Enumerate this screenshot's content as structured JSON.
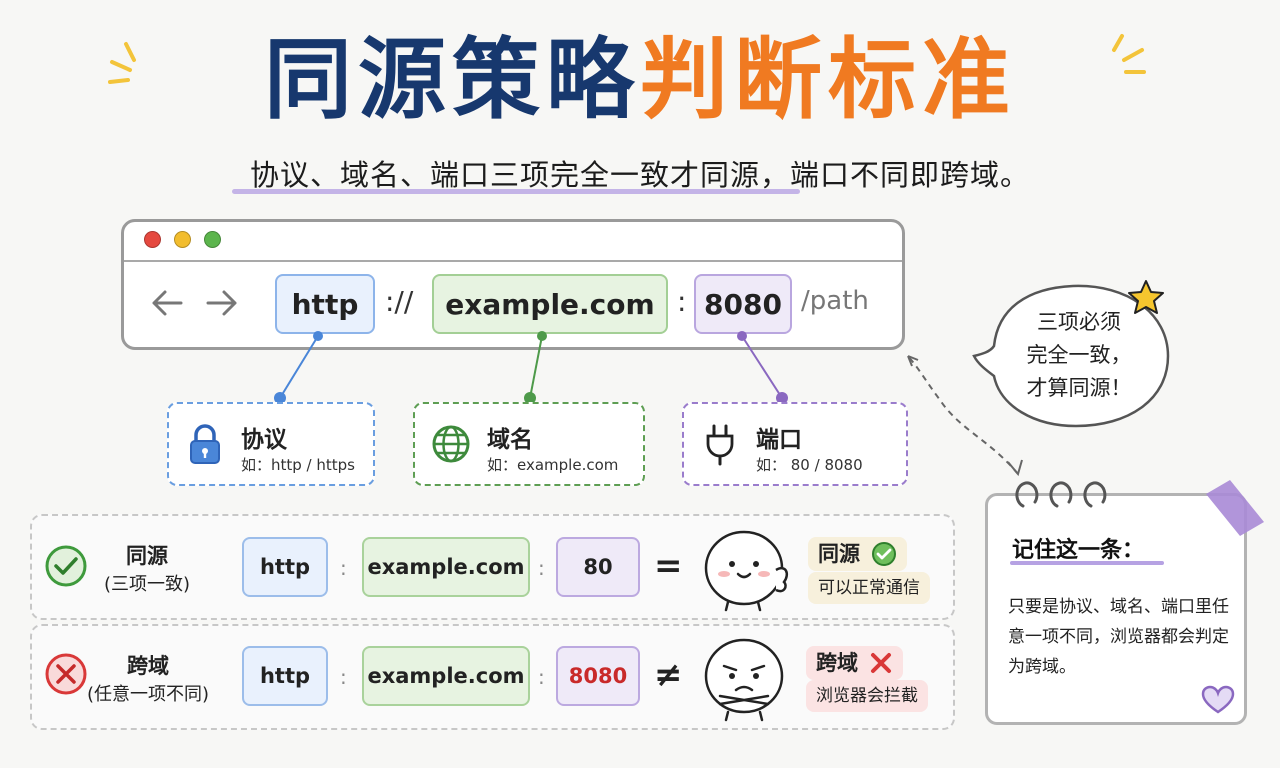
{
  "title": {
    "part1": "同源策略",
    "part2": "判断标准"
  },
  "subtitle": "协议、域名、端口三项完全一致才同源，端口不同即跨域。",
  "browser": {
    "protocol": "http",
    "sep1": "://",
    "domain": "example.com",
    "sep2": ":",
    "port": "8080",
    "path": "/path",
    "back_icon": "arrow-left",
    "forward_icon": "arrow-right"
  },
  "components": [
    {
      "name": "协议",
      "example": "如：http / https",
      "icon": "lock-icon",
      "color": "#4a86d8"
    },
    {
      "name": "域名",
      "example": "如：example.com",
      "icon": "globe-icon",
      "color": "#4e9a4a"
    },
    {
      "name": "端口",
      "example": "如： 80 / 8080",
      "icon": "plug-icon",
      "color": "#8a68c0"
    }
  ],
  "bubble": {
    "lines": [
      "三项必须",
      "完全一致，",
      "才算同源！"
    ]
  },
  "note": {
    "title": "记住这一条：",
    "body": "只要是协议、域名、端口里任意一项不同，浏览器都会判定为跨域。"
  },
  "rows": [
    {
      "label": "同源",
      "sublabel": "(三项一致)",
      "status_icon": "check-icon",
      "protocol": "http",
      "domain": "example.com",
      "port": "80",
      "operator": "=",
      "result_title": "同源",
      "result_desc": "可以正常通信"
    },
    {
      "label": "跨域",
      "sublabel": "(任意一项不同)",
      "status_icon": "cross-icon",
      "protocol": "http",
      "domain": "example.com",
      "port": "8080",
      "operator": "≠",
      "result_title": "跨域",
      "result_desc": "浏览器会拦截"
    }
  ],
  "colors": {
    "title_blue": "#17386e",
    "title_orange": "#f07a21",
    "protocol_fill": "#e9f1fd",
    "domain_fill": "#e7f3e1",
    "port_fill": "#efeaf8",
    "ok_green": "#3e9a3c",
    "bad_red": "#d93838"
  }
}
